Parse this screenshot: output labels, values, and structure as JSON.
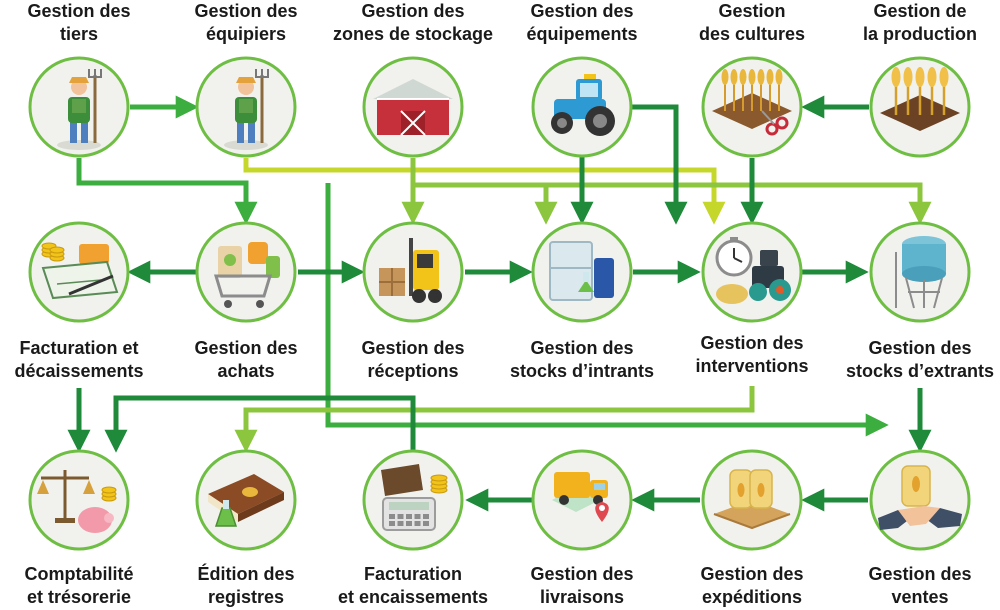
{
  "colors": {
    "dark_green": "#1e8a3a",
    "mid_green": "#3cae3f",
    "light_green": "#8cc63f",
    "yellow_green": "#c5d72b",
    "node_border": "#6fbe44",
    "node_fill": "#f1f2ee"
  },
  "nodes": [
    {
      "id": "tiers",
      "lines": [
        "Gestion des",
        "tiers"
      ],
      "icon": "farmer-icon"
    },
    {
      "id": "equipiers",
      "lines": [
        "Gestion des",
        "équipiers"
      ],
      "icon": "farmer-icon"
    },
    {
      "id": "zones",
      "lines": [
        "Gestion des",
        "zones de stockage"
      ],
      "icon": "barn-icon"
    },
    {
      "id": "equipements",
      "lines": [
        "Gestion des",
        "équipements"
      ],
      "icon": "tractor-icon"
    },
    {
      "id": "cultures",
      "lines": [
        "Gestion",
        "des cultures"
      ],
      "icon": "wheat-scissors-icon"
    },
    {
      "id": "production",
      "lines": [
        "Gestion de",
        "la production"
      ],
      "icon": "wheat-field-icon"
    },
    {
      "id": "fact_dec",
      "lines": [
        "Facturation et",
        "décaissements"
      ],
      "icon": "checkbook-icon"
    },
    {
      "id": "achats",
      "lines": [
        "Gestion des",
        "achats"
      ],
      "icon": "shopping-cart-icon"
    },
    {
      "id": "receptions",
      "lines": [
        "Gestion des",
        "réceptions"
      ],
      "icon": "forklift-icon"
    },
    {
      "id": "intrants",
      "lines": [
        "Gestion des",
        "stocks d’intrants"
      ],
      "icon": "fridge-icon"
    },
    {
      "id": "interventions",
      "lines": [
        "Gestion des",
        "interventions"
      ],
      "icon": "stopwatch-tractor-icon"
    },
    {
      "id": "extrants",
      "lines": [
        "Gestion des",
        "stocks d’extrants"
      ],
      "icon": "silo-icon"
    },
    {
      "id": "compta",
      "lines": [
        "Comptabilité",
        "et trésorerie"
      ],
      "icon": "scales-piggybank-icon"
    },
    {
      "id": "registres",
      "lines": [
        "Édition des",
        "registres"
      ],
      "icon": "book-flask-icon"
    },
    {
      "id": "fact_enc",
      "lines": [
        "Facturation",
        "et encaissements"
      ],
      "icon": "calculator-icon"
    },
    {
      "id": "livraisons",
      "lines": [
        "Gestion des",
        "livraisons"
      ],
      "icon": "delivery-truck-icon"
    },
    {
      "id": "expeditions",
      "lines": [
        "Gestion des",
        "expéditions"
      ],
      "icon": "pallet-sacks-icon"
    },
    {
      "id": "ventes",
      "lines": [
        "Gestion des",
        "ventes"
      ],
      "icon": "handshake-icon"
    }
  ],
  "connections": [
    {
      "from": "tiers",
      "to": "equipiers",
      "color": "mid_green"
    },
    {
      "from": "production",
      "to": "cultures",
      "color": "dark_green"
    },
    {
      "from": "tiers",
      "to": "achats",
      "color": "mid_green"
    },
    {
      "from": "tiers",
      "to": "ventes",
      "color": "mid_green"
    },
    {
      "from": "equipiers",
      "to": "interventions",
      "color": "yellow_green"
    },
    {
      "from": "zones",
      "to": "receptions",
      "color": "light_green"
    },
    {
      "from": "zones",
      "to": "intrants",
      "color": "light_green"
    },
    {
      "from": "zones",
      "to": "extrants",
      "color": "light_green"
    },
    {
      "from": "equipements",
      "to": "intrants",
      "color": "dark_green"
    },
    {
      "from": "equipements",
      "to": "interventions",
      "color": "dark_green"
    },
    {
      "from": "cultures",
      "to": "interventions",
      "color": "dark_green"
    },
    {
      "from": "achats",
      "to": "fact_dec",
      "color": "dark_green"
    },
    {
      "from": "achats",
      "to": "receptions",
      "color": "dark_green"
    },
    {
      "from": "receptions",
      "to": "intrants",
      "color": "dark_green"
    },
    {
      "from": "intrants",
      "to": "interventions",
      "color": "dark_green"
    },
    {
      "from": "interventions",
      "to": "extrants",
      "color": "dark_green"
    },
    {
      "from": "interventions",
      "to": "registres",
      "color": "light_green"
    },
    {
      "from": "fact_dec",
      "to": "compta",
      "color": "dark_green"
    },
    {
      "from": "fact_enc",
      "to": "compta",
      "color": "dark_green"
    },
    {
      "from": "extrants",
      "to": "ventes",
      "color": "dark_green"
    },
    {
      "from": "ventes",
      "to": "expeditions",
      "color": "dark_green"
    },
    {
      "from": "expeditions",
      "to": "livraisons",
      "color": "dark_green"
    },
    {
      "from": "livraisons",
      "to": "fact_enc",
      "color": "dark_green"
    }
  ]
}
